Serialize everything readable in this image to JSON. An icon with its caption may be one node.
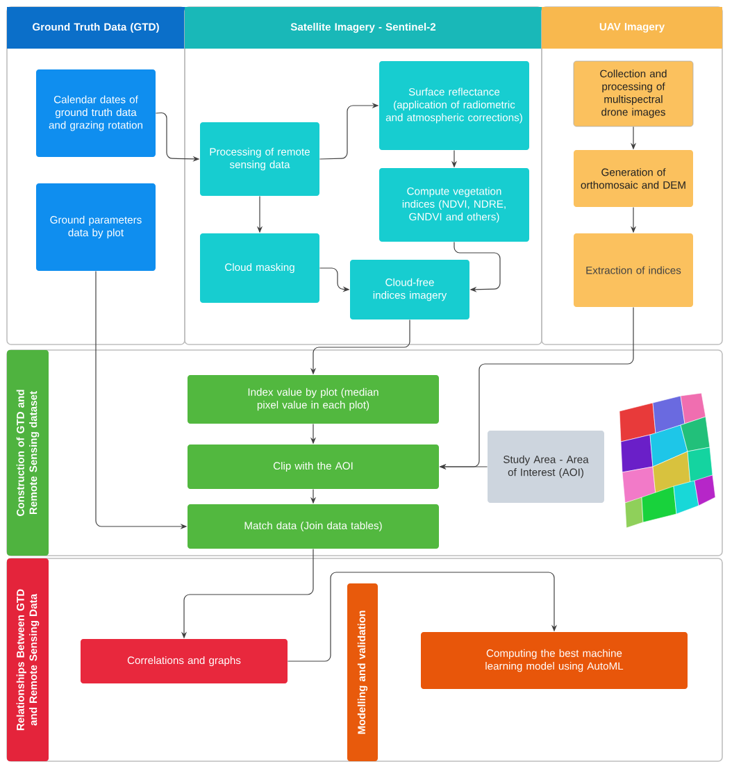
{
  "diagram": {
    "nodes": [
      {
        "text": [
          "Ground Truth Data (GTD)"
        ]
      },
      {
        "text": [
          "Satellite Imagery - Sentinel-2"
        ]
      },
      {
        "text": [
          "UAV Imagery"
        ]
      },
      {
        "text": [
          "Construction of GTD and Remote Sensing dataset"
        ]
      },
      {
        "text": [
          "Relationships Between GTD and Remote Sensing Data"
        ]
      },
      {
        "text": [
          "Modelling and validation"
        ],
        "in": 4
      },
      {
        "text": [
          "Calendar dates of ground truth data and grazing rotation"
        ],
        "in": 0
      },
      {
        "text": [
          "Ground parameters data by plot"
        ],
        "in": 0
      },
      {
        "text": [
          "Processing of remote sensing data"
        ],
        "in": 1
      },
      {
        "text": [
          "Surface reflectance (application of radiometric and atmospheric corrections)"
        ],
        "in": 1
      },
      {
        "text": [
          "Compute vegetation indices (NDVI, NDRE, GNDVI and others)"
        ],
        "in": 1
      },
      {
        "text": [
          "Cloud masking"
        ],
        "in": 1
      },
      {
        "text": [
          "Cloud-free indices imagery"
        ],
        "in": 1
      },
      {
        "text": [
          "Collection and processing of multispectral drone images"
        ],
        "in": 2
      },
      {
        "text": [
          "Generation of orthomosaic and DEM"
        ],
        "in": 2
      },
      {
        "text": [
          "Extraction of indices"
        ],
        "in": 2
      },
      {
        "text": [
          "Index value by plot (median pixel value in each plot)"
        ],
        "in": 3
      },
      {
        "text": [
          "Clip with the AOI"
        ],
        "in": 3
      },
      {
        "text": [
          "Study Area - Area of Interest (AOI)"
        ],
        "in": 3
      },
      {
        "text": [
          "Match data (Join data tables)"
        ],
        "in": 3
      },
      {
        "text": [
          "Correlations and graphs"
        ],
        "in": 4
      },
      {
        "text": [
          "Computing the best machine learning model using AutoML"
        ],
        "in": 4
      }
    ],
    "edges": [
      {
        "from": 6,
        "to": 8,
        "arrow": "to"
      },
      {
        "from": 8,
        "to": 9,
        "arrow": "to"
      },
      {
        "from": 8,
        "to": 11,
        "arrow": "to"
      },
      {
        "from": 9,
        "to": 10,
        "arrow": "to"
      },
      {
        "from": 10,
        "to": 12,
        "arrow": "to"
      },
      {
        "from": 11,
        "to": 12,
        "arrow": "to"
      },
      {
        "from": 13,
        "to": 14,
        "arrow": "to"
      },
      {
        "from": 14,
        "to": 15,
        "arrow": "to"
      },
      {
        "from": 12,
        "to": 16,
        "arrow": "to"
      },
      {
        "from": 15,
        "to": 17,
        "arrow": "to"
      },
      {
        "from": 18,
        "to": 17,
        "arrow": "to"
      },
      {
        "from": 16,
        "to": 17,
        "arrow": "to"
      },
      {
        "from": 17,
        "to": 19,
        "arrow": "to"
      },
      {
        "from": 7,
        "to": 19,
        "arrow": "to"
      },
      {
        "from": 19,
        "to": 20,
        "arrow": "to"
      },
      {
        "from": 20,
        "to": 21,
        "arrow": "to"
      }
    ]
  }
}
